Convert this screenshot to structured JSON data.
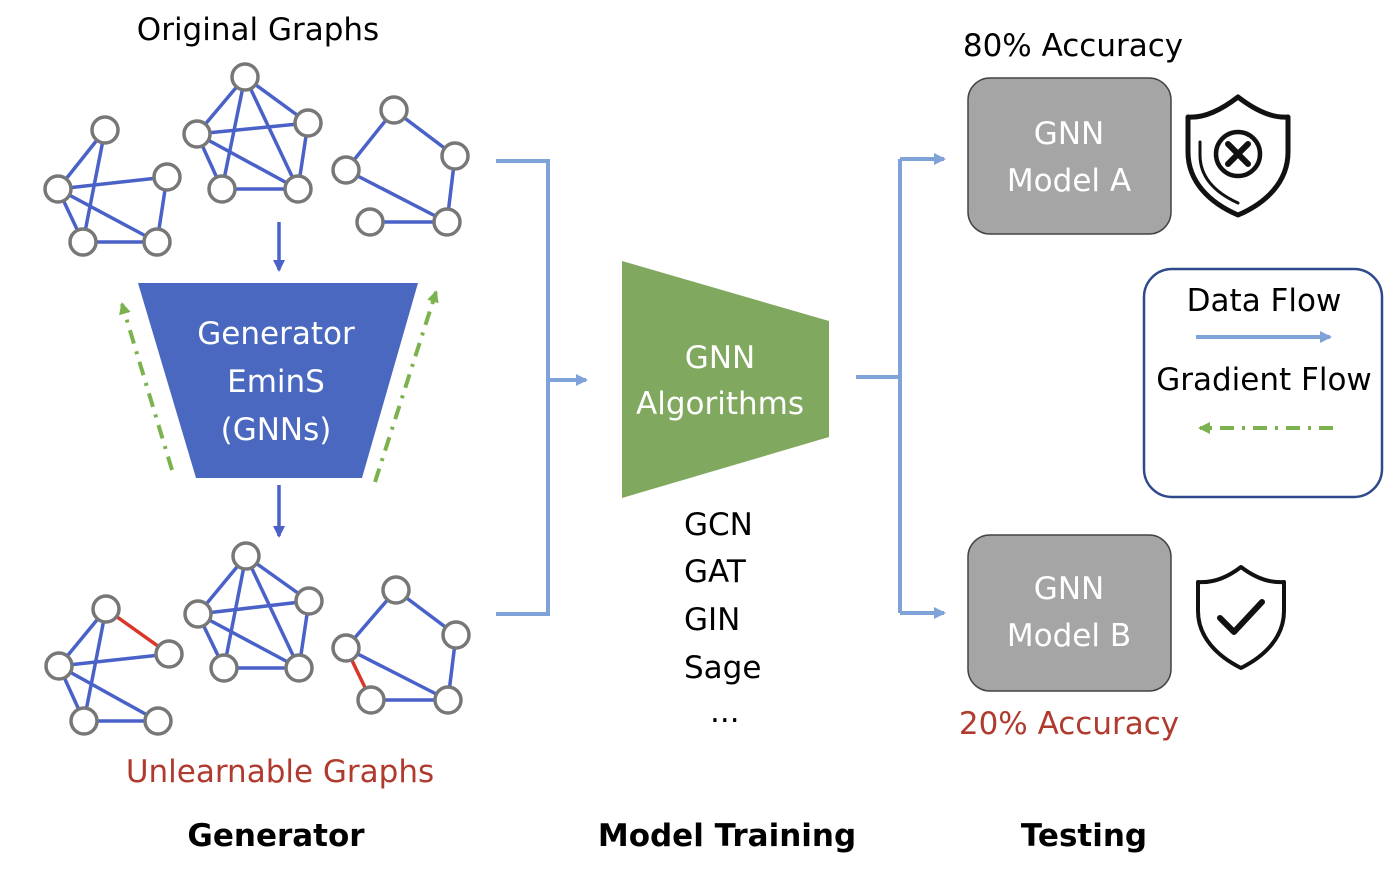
{
  "original_graphs_label": "Original Graphs",
  "unlearnable_graphs_label": "Unlearnable Graphs",
  "generator": {
    "line1": "Generator",
    "line2": "EminS",
    "line3": "(GNNs)"
  },
  "gnn_algorithms": {
    "line1": "GNN",
    "line2": "Algorithms"
  },
  "algorithms_list": [
    "GCN",
    "GAT",
    "GIN",
    "Sage",
    "..."
  ],
  "model_a": {
    "line1": "GNN",
    "line2": "Model A",
    "accuracy": "80% Accuracy",
    "shield_icon": "shield-x-icon"
  },
  "model_b": {
    "line1": "GNN",
    "line2": "Model B",
    "accuracy": "20% Accuracy",
    "shield_icon": "shield-check-icon"
  },
  "legend": {
    "data_flow": "Data Flow",
    "gradient_flow": "Gradient Flow"
  },
  "sections": {
    "generator": "Generator",
    "model_training": "Model Training",
    "testing": "Testing"
  },
  "colors": {
    "graph_edge": "#4A62C8",
    "perturbed_edge": "#D9372A",
    "generator_fill": "#4A68C0",
    "gnn_algorithms_fill": "#80A85E",
    "model_box_fill": "#A5A5A5",
    "data_flow": "#7FA2D8",
    "gradient_flow": "#7CB24E",
    "accuracy_low": "#B03A2E"
  }
}
